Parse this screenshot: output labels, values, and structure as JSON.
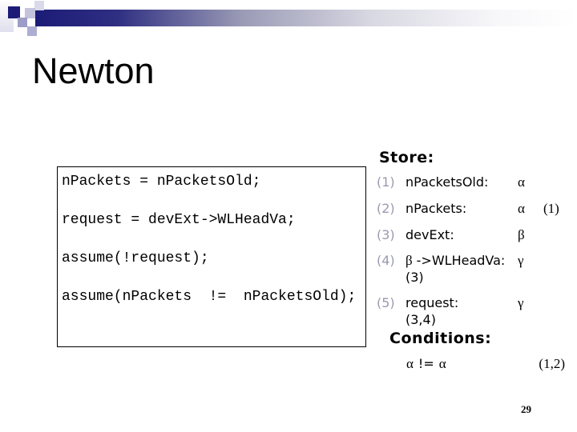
{
  "slide": {
    "title": "Newton",
    "page_number": "29"
  },
  "code_box": {
    "lines": [
      "nPackets = nPacketsOld;",
      "request = devExt->WLHeadVa;",
      "assume(!request);",
      "assume(nPackets  !=  nPacketsOld);"
    ]
  },
  "store": {
    "heading": "Store:",
    "entries": [
      {
        "num": "(1)",
        "name_greek": "",
        "name": "nPacketsOld:",
        "value": "α",
        "ref": "",
        "sub": ""
      },
      {
        "num": "(2)",
        "name_greek": "",
        "name": "nPackets:",
        "value": "α",
        "ref": "(1)",
        "sub": ""
      },
      {
        "num": "(3)",
        "name_greek": "",
        "name": "devExt:",
        "value": "β",
        "ref": "",
        "sub": ""
      },
      {
        "num": "(4)",
        "name_greek": "β",
        "name": "->WLHeadVa:",
        "value": "γ",
        "ref": "",
        "sub": "(3)"
      },
      {
        "num": "(5)",
        "name_greek": "",
        "name": "request:",
        "value": "γ",
        "ref": "",
        "sub": "(3,4)"
      }
    ]
  },
  "conditions": {
    "heading": "Conditions:",
    "rows": [
      {
        "lhs": "α",
        "op": "!=",
        "rhs": "α",
        "ref": "(1,2)"
      }
    ]
  },
  "colors": {
    "accent_navy": "#1c1c78",
    "entry_number_gray": "#9a9ab0",
    "background": "#ffffff",
    "text": "#000000"
  }
}
